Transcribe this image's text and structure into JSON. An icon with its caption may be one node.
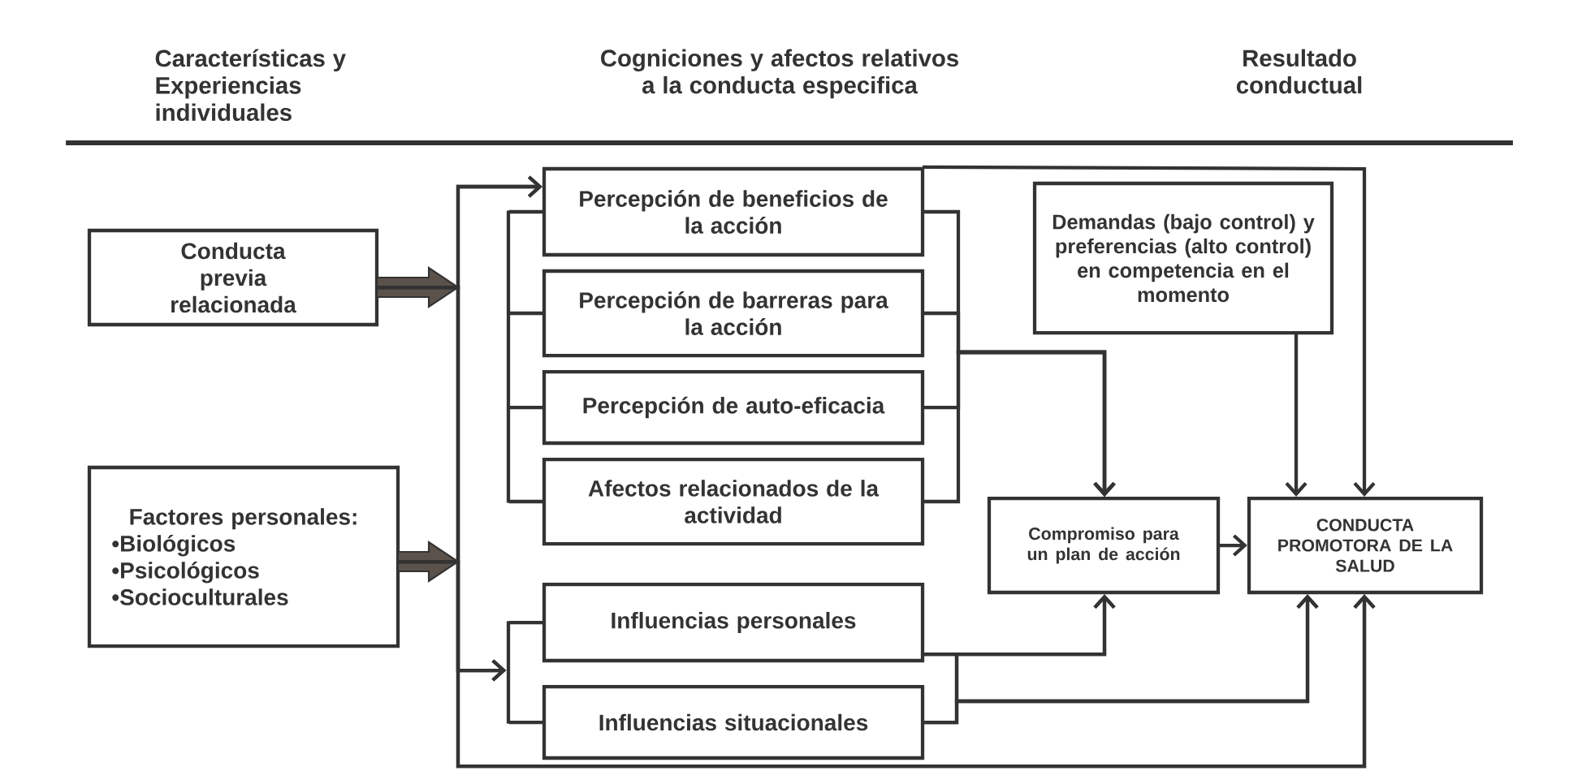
{
  "diagram": {
    "nodes": [
      {
        "text": [
          "Conducta previa relacionada"
        ]
      },
      {
        "text": [
          "Factores personales:",
          "•Biológicos",
          "•Psicológicos",
          "•Socioculturales"
        ]
      },
      {
        "text": [
          "Percepción de beneficios de la acción"
        ]
      },
      {
        "text": [
          "Percepción de barreras para la acción"
        ]
      },
      {
        "text": [
          "Percepción de auto-eficacia"
        ]
      },
      {
        "text": [
          "Afectos relacionados de la actividad"
        ]
      },
      {
        "text": [
          "Demandas (bajo control) y preferencias (alto control) en competencia en el momento"
        ]
      },
      {
        "text": [
          "Compromiso para un plan de acción"
        ]
      },
      {
        "text": [
          "CONDUCTA PROMOTORA DE LA SALUD"
        ]
      },
      {
        "text": [
          "Influencias personales"
        ]
      },
      {
        "text": [
          "Influencias situacionales"
        ]
      },
      {
        "text": [],
        "shape": "bar"
      },
      {
        "text": [],
        "shape": "bar"
      }
    ],
    "edges": [
      {
        "from": 0,
        "to": 2,
        "arrow": "to"
      },
      {
        "from": 1,
        "to": 2,
        "arrow": "to"
      },
      {
        "from": 0,
        "to": 12,
        "arrow": "to"
      },
      {
        "from": 1,
        "to": 12,
        "arrow": "to"
      },
      {
        "from": 12,
        "to": 9,
        "arrow": "none"
      },
      {
        "from": 12,
        "to": 10,
        "arrow": "none"
      },
      {
        "from": 11,
        "to": 2,
        "arrow": "none"
      },
      {
        "from": 11,
        "to": 3,
        "arrow": "none"
      },
      {
        "from": 11,
        "to": 4,
        "arrow": "none"
      },
      {
        "from": 11,
        "to": 5,
        "arrow": "none"
      },
      {
        "from": 0,
        "to": 8,
        "arrow": "to"
      },
      {
        "from": 1,
        "to": 8,
        "arrow": "to"
      },
      {
        "from": 2,
        "to": 8,
        "arrow": "to"
      },
      {
        "from": 2,
        "to": 7,
        "arrow": "to"
      },
      {
        "from": 3,
        "to": 7,
        "arrow": "to"
      },
      {
        "from": 4,
        "to": 7,
        "arrow": "to"
      },
      {
        "from": 5,
        "to": 7,
        "arrow": "to"
      },
      {
        "from": 6,
        "to": 8,
        "arrow": "to"
      },
      {
        "from": 7,
        "to": 8,
        "arrow": "to"
      },
      {
        "from": 9,
        "to": 7,
        "arrow": "to"
      },
      {
        "from": 10,
        "to": 7,
        "arrow": "to"
      },
      {
        "from": 9,
        "to": 8,
        "arrow": "to"
      },
      {
        "from": 10,
        "to": 8,
        "arrow": "to"
      }
    ],
    "labels": [
      "Características y Experiencias individuales",
      "Cogniciones y afectos relativos a la conducta especifica",
      "Resultado conductual"
    ]
  }
}
